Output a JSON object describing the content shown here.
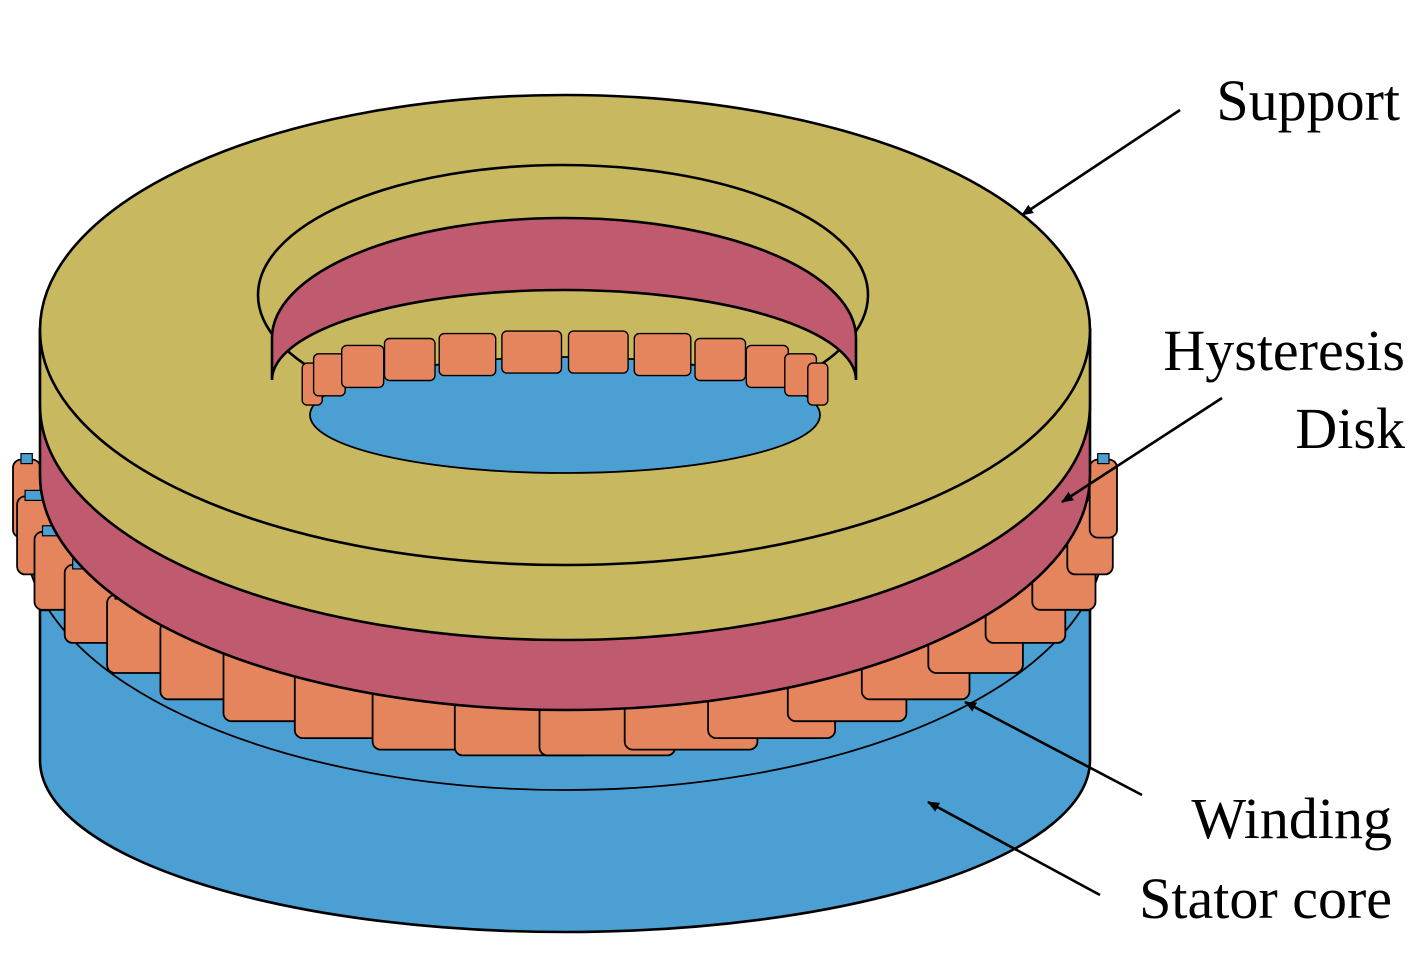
{
  "labels": {
    "support": "Support",
    "hysteresis_line1": "Hysteresis",
    "hysteresis_line2": "Disk",
    "winding": "Winding",
    "stator_core": "Stator core"
  },
  "colors": {
    "support": "#c8b860",
    "hysteresis_disk": "#c05a6e",
    "winding": "#e5855d",
    "stator_core": "#4b9fd3",
    "outline": "#000000",
    "background": "#ffffff"
  }
}
